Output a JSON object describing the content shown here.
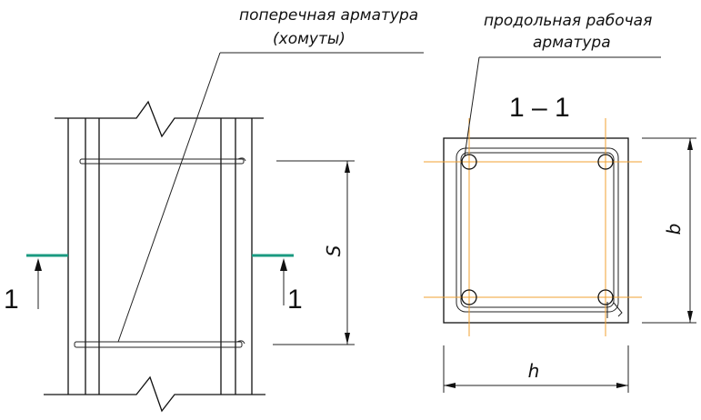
{
  "labels": {
    "transverse_line1": "поперечная арматура",
    "transverse_line2": "(хомуты)",
    "longitudinal_line1": "продольная рабочая",
    "longitudinal_line2": "арматура",
    "section_title": "1 – 1",
    "section_mark_left": "1",
    "section_mark_right": "1",
    "dim_spacing": "S",
    "dim_width": "h",
    "dim_height": "b"
  },
  "colors": {
    "line": "#111111",
    "axis": "#f0a030",
    "section_mark": "#1a9a80"
  }
}
